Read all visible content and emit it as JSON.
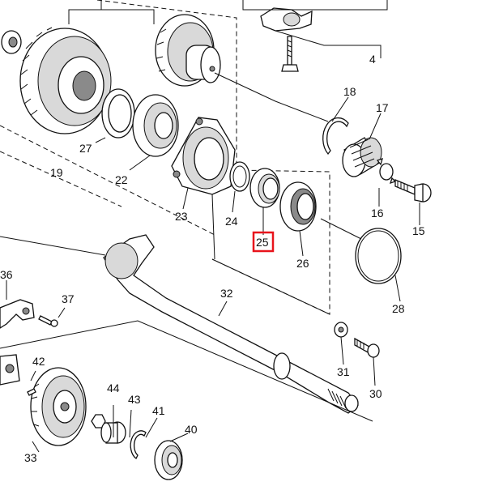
{
  "labels": {
    "l4": "4",
    "l15": "15",
    "l16": "16",
    "l17": "17",
    "l18": "18",
    "l19": "19",
    "l22": "22",
    "l23": "23",
    "l24": "24",
    "l25": "25",
    "l26": "26",
    "l27": "27",
    "l28": "28",
    "l30": "30",
    "l31": "31",
    "l32": "32",
    "l33": "33",
    "l36": "36",
    "l37": "37",
    "l40": "40",
    "l41": "41",
    "l42": "42",
    "l43": "43",
    "l44": "44"
  },
  "highlight": {
    "part": "25",
    "color": "#e8141c"
  }
}
